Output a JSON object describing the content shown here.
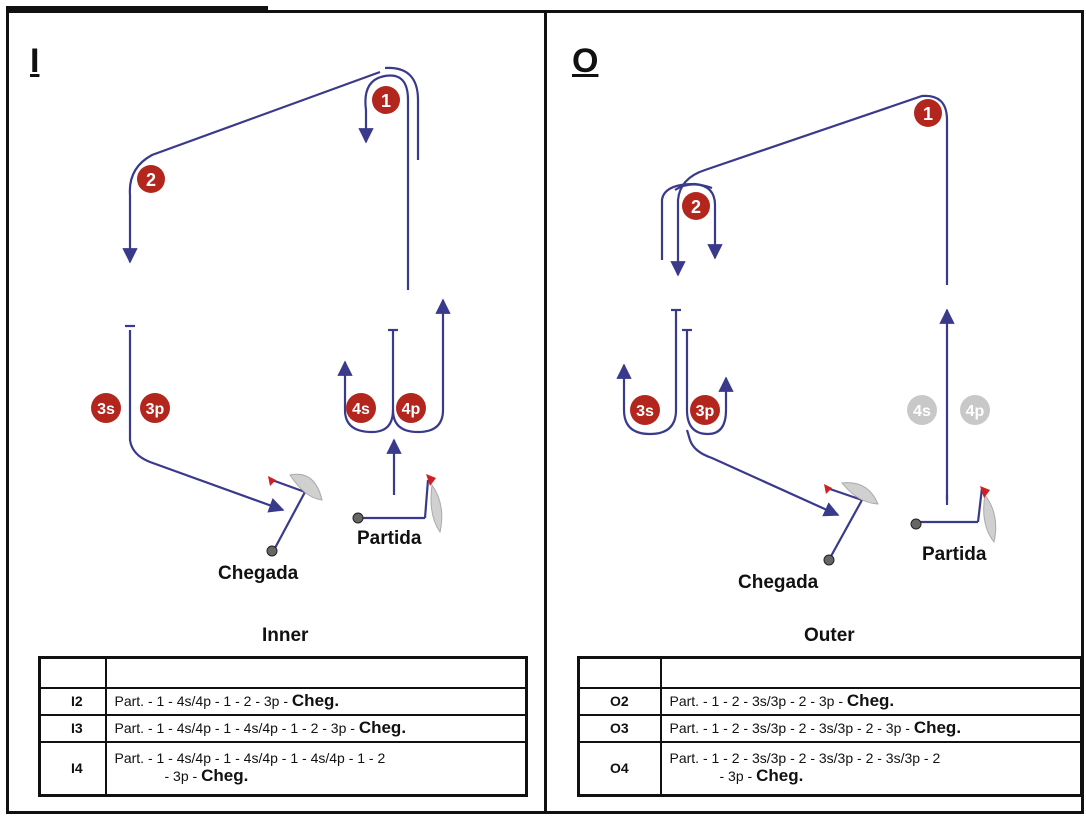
{
  "colors": {
    "course_line": "#3a3a8c",
    "mark": "#b3261e",
    "mark_inactive": "#c8c8c8",
    "mark_text": "#ffffff"
  },
  "inner": {
    "letter": "I",
    "title": "Inner",
    "finish_label": "Chegada",
    "start_label": "Partida",
    "marks": {
      "m1": "1",
      "m2": "2",
      "m3s": "3s",
      "m3p": "3p",
      "m4s": "4s",
      "m4p": "4p"
    },
    "table": {
      "rows": [
        {
          "code": "I2",
          "sequence": "Part. - 1 - 4s/4p - 1 - 2 - 3p -",
          "end": "Cheg."
        },
        {
          "code": "I3",
          "sequence": "Part. - 1 - 4s/4p - 1 - 4s/4p - 1 - 2 - 3p -",
          "end": "Cheg."
        },
        {
          "code": "I4",
          "sequence": "Part. - 1 - 4s/4p - 1 - 4s/4p - 1 - 4s/4p - 1 - 2",
          "sequence2": "- 3p -",
          "end": "Cheg."
        }
      ]
    }
  },
  "outer": {
    "letter": "O",
    "title": "Outer",
    "finish_label": "Chegada",
    "start_label": "Partida",
    "marks": {
      "m1": "1",
      "m2": "2",
      "m3s": "3s",
      "m3p": "3p",
      "m4s": "4s",
      "m4p": "4p"
    },
    "table": {
      "rows": [
        {
          "code": "O2",
          "sequence": "Part. - 1 - 2 - 3s/3p - 2 - 3p -",
          "end": "Cheg."
        },
        {
          "code": "O3",
          "sequence": "Part. - 1 - 2 - 3s/3p - 2 - 3s/3p - 2 - 3p -",
          "end": "Cheg."
        },
        {
          "code": "O4",
          "sequence": "Part. - 1 - 2 - 3s/3p - 2 - 3s/3p - 2 - 3s/3p - 2",
          "sequence2": "- 3p -",
          "end": "Cheg."
        }
      ]
    }
  }
}
